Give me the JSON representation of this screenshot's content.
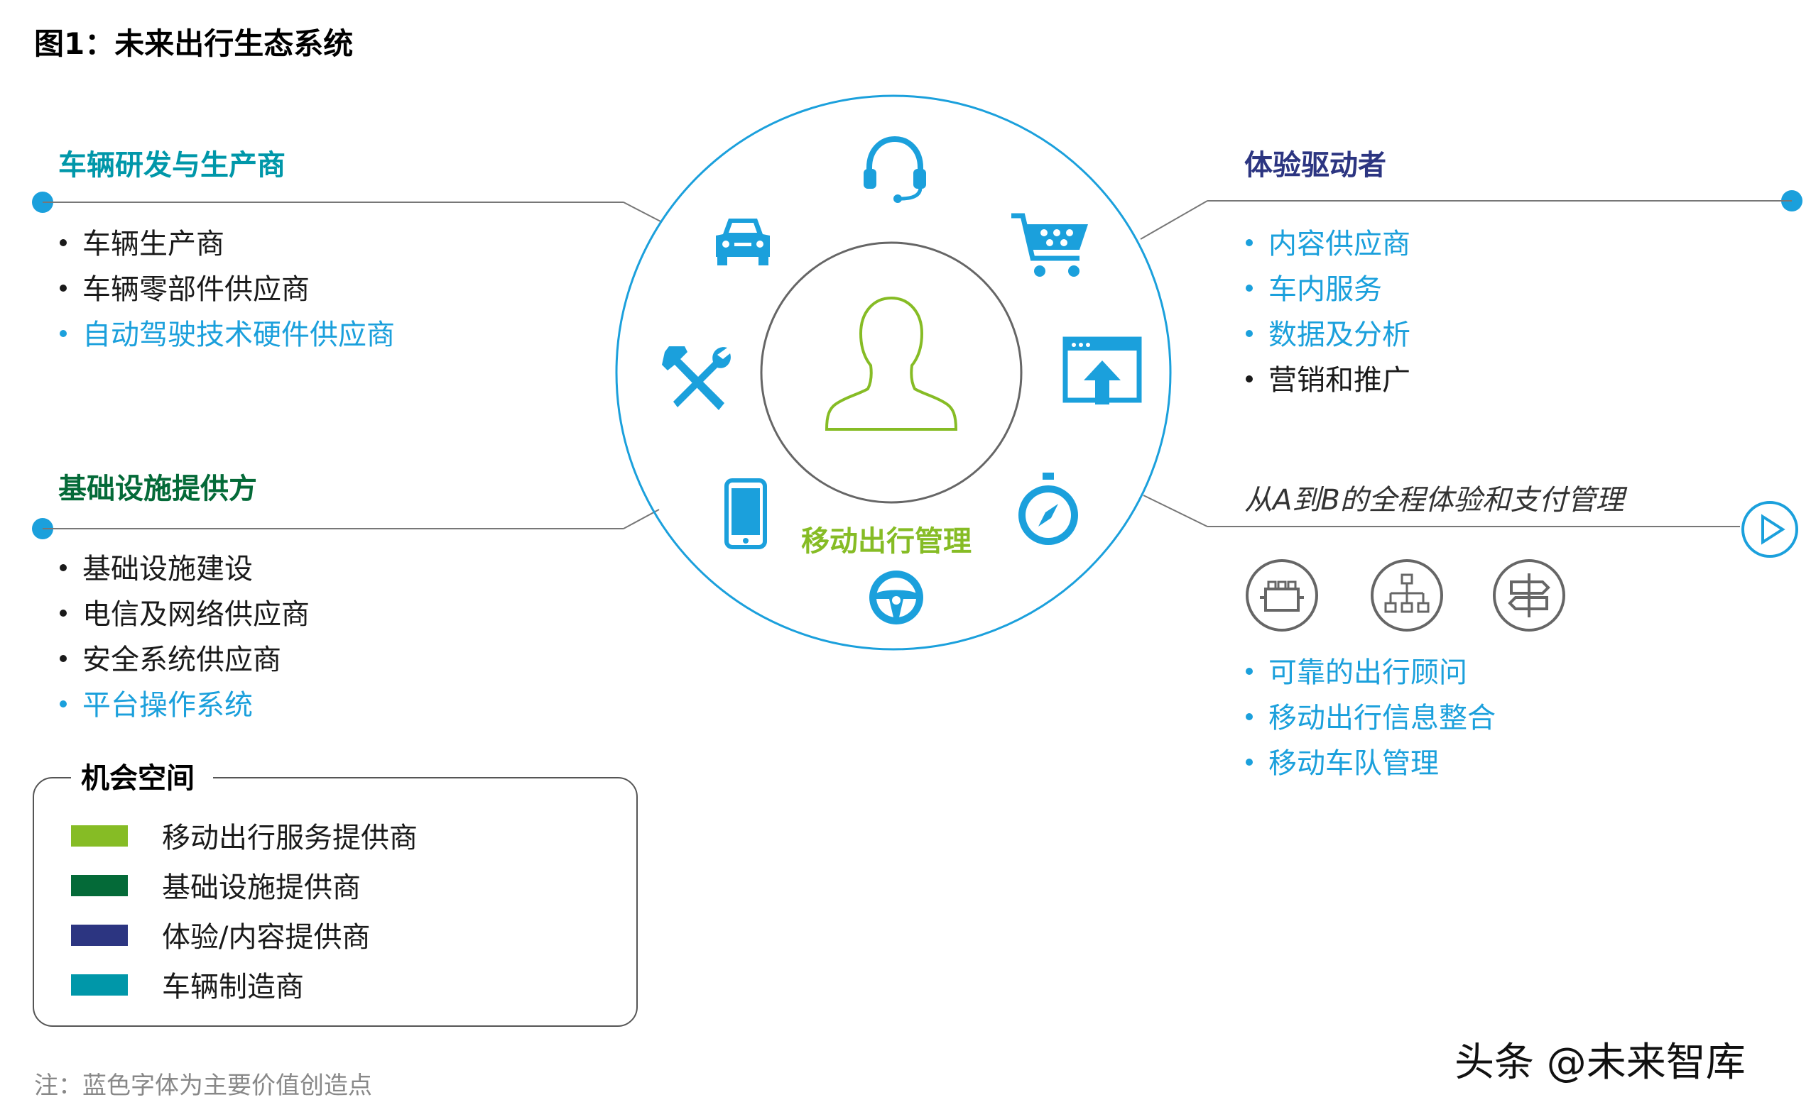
{
  "title": "图1：未来出行生态系统",
  "left": {
    "vehicle": {
      "title": "车辆研发与生产商",
      "items": [
        "车辆生产商",
        "车辆零部件供应商",
        "自动驾驶技术硬件供应商"
      ]
    },
    "infra": {
      "title": "基础设施提供方",
      "items": [
        "基础设施建设",
        "电信及网络供应商",
        "安全系统供应商",
        "平台操作系统"
      ]
    }
  },
  "right": {
    "experience": {
      "title": "体验驱动者",
      "items": [
        "内容供应商",
        "车内服务",
        "数据及分析",
        "营销和推广"
      ]
    },
    "journey_caption": "从A到B的全程体验和支付管理",
    "mobility_items": [
      "可靠的出行顾问",
      "移动出行信息整合",
      "移动车队管理"
    ]
  },
  "center": {
    "label": "移动出行管理",
    "icons": [
      "headset-icon",
      "shopping-cart-icon",
      "upload-window-icon",
      "compass-icon",
      "steering-wheel-icon",
      "smartphone-icon",
      "tools-icon",
      "car-icon",
      "person-icon"
    ]
  },
  "right_icons": [
    "play-icon",
    "dashboard-icon",
    "network-icon",
    "signpost-icon"
  ],
  "legend": {
    "title": "机会空间",
    "items": [
      {
        "label": "移动出行服务提供商",
        "color": "#86bc25"
      },
      {
        "label": "基础设施提供商",
        "color": "#046a38"
      },
      {
        "label": "体验/内容提供商",
        "color": "#2c3581"
      },
      {
        "label": "车辆制造商",
        "color": "#0097a9"
      }
    ]
  },
  "colors": {
    "blue": "#1ba0dc",
    "vehicle_title": "#0097a9",
    "infra_title": "#046a38",
    "experience_title": "#2c3581",
    "center_green": "#86bc25"
  },
  "note": "注：蓝色字体为主要价值创造点",
  "watermark": "头条 @未来智库"
}
